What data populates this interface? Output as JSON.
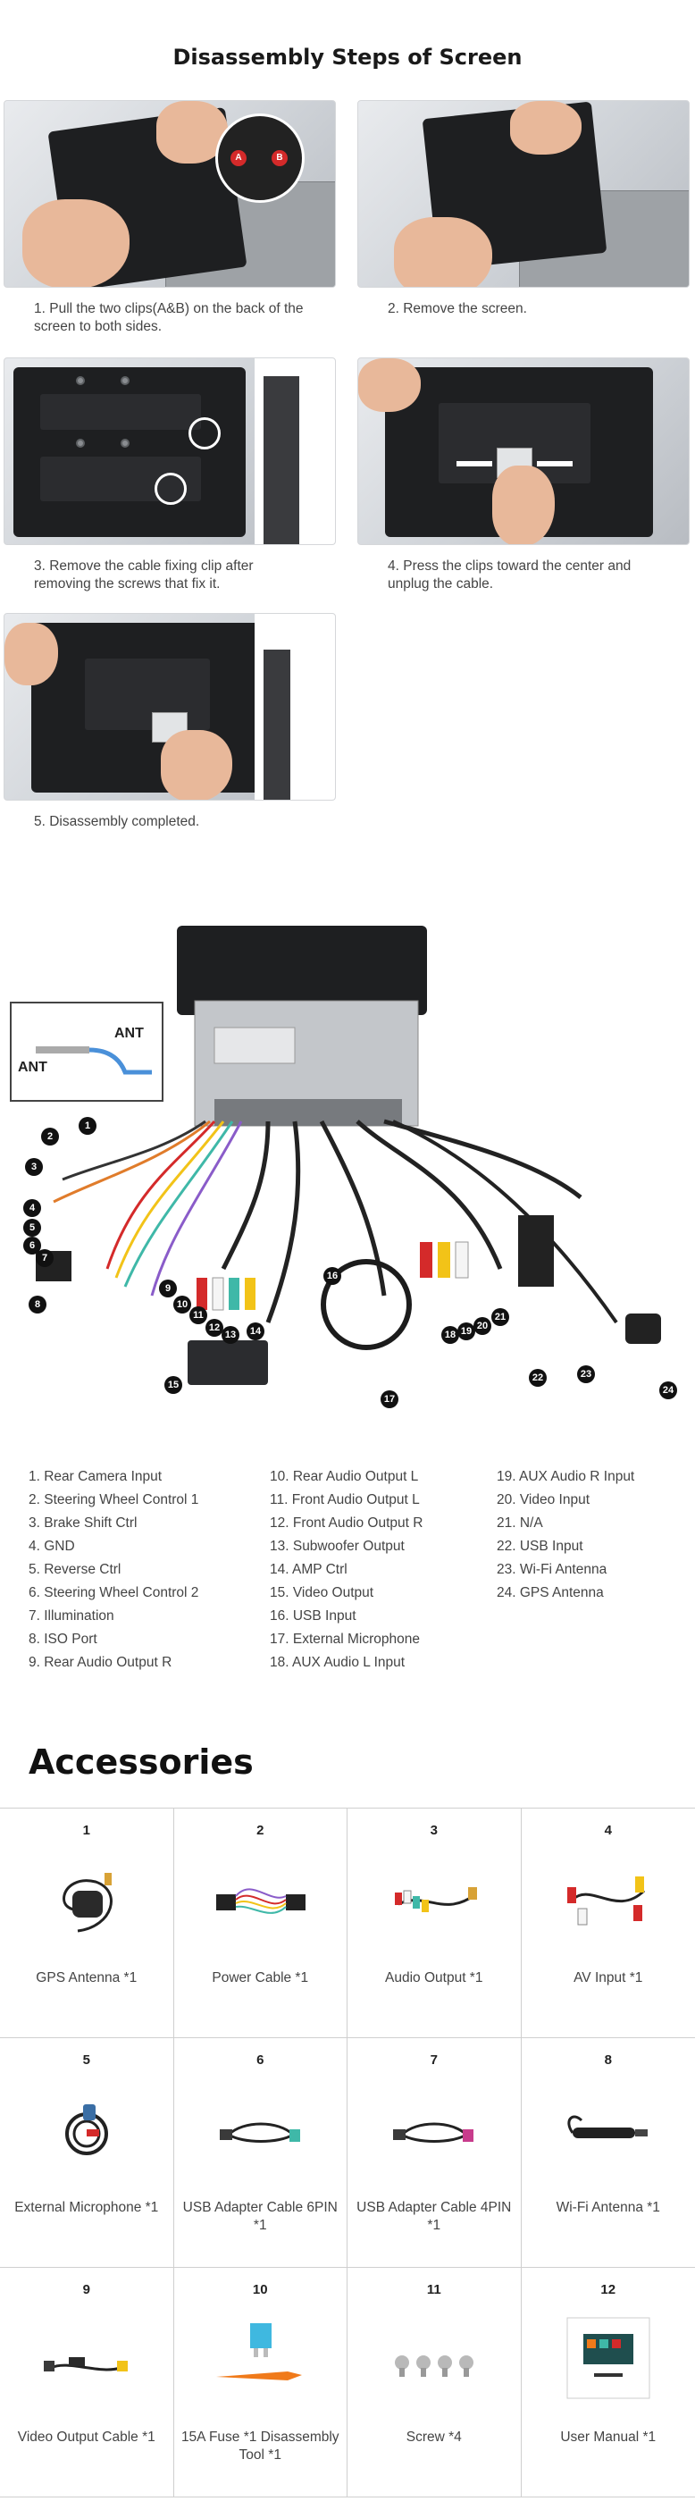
{
  "header": {
    "title": "Disassembly Steps of Screen"
  },
  "steps": [
    {
      "caption": "1. Pull the two clips(A&B) on the back of the screen to both sides.",
      "marks": [
        "A",
        "B"
      ]
    },
    {
      "caption": "2. Remove the screen."
    },
    {
      "caption": "3. Remove the cable fixing clip after removing the screws that fix it."
    },
    {
      "caption": "4. Press the clips toward the center and unplug the cable."
    },
    {
      "caption": "5. Disassembly completed."
    }
  ],
  "wiring": {
    "ant_labels": [
      "ANT",
      "ANT"
    ],
    "badges": [
      "1",
      "2",
      "3",
      "4",
      "5",
      "6",
      "7",
      "8",
      "9",
      "10",
      "11",
      "12",
      "13",
      "14",
      "15",
      "16",
      "17",
      "18",
      "19",
      "20",
      "21",
      "22",
      "23",
      "24"
    ],
    "legend_col1": [
      "1. Rear Camera Input",
      "2. Steering Wheel Control 1",
      "3. Brake Shift Ctrl",
      "4. GND",
      "5. Reverse Ctrl",
      "6. Steering Wheel Control 2",
      "7. Illumination",
      "8. ISO Port",
      "9. Rear Audio Output R"
    ],
    "legend_col2": [
      "10. Rear Audio Output L",
      "11. Front Audio Output L",
      "12. Front Audio Output R",
      "13. Subwoofer Output",
      "14. AMP Ctrl",
      "15. Video Output",
      "16. USB Input",
      "17. External Microphone",
      "18. AUX Audio L Input"
    ],
    "legend_col3": [
      "19. AUX Audio R Input",
      "20. Video Input",
      "21. N/A",
      "22. USB Input",
      "23. Wi-Fi Antenna",
      "24. GPS Antenna"
    ]
  },
  "accessories": {
    "title": "Accessories",
    "items": [
      {
        "num": "1",
        "label": "GPS Antenna *1",
        "icon": "gps-antenna-icon"
      },
      {
        "num": "2",
        "label": "Power Cable *1",
        "icon": "power-cable-icon"
      },
      {
        "num": "3",
        "label": "Audio Output *1",
        "icon": "audio-output-cable-icon"
      },
      {
        "num": "4",
        "label": "AV Input *1",
        "icon": "av-input-cable-icon"
      },
      {
        "num": "5",
        "label": "External Microphone *1",
        "icon": "microphone-icon"
      },
      {
        "num": "6",
        "label": "USB Adapter Cable 6PIN *1",
        "icon": "usb-cable-icon"
      },
      {
        "num": "7",
        "label": "USB Adapter Cable 4PIN *1",
        "icon": "usb-cable-icon"
      },
      {
        "num": "8",
        "label": "Wi-Fi Antenna *1",
        "icon": "wifi-antenna-icon"
      },
      {
        "num": "9",
        "label": "Video Output Cable *1",
        "icon": "video-cable-icon"
      },
      {
        "num": "10",
        "label": "15A Fuse *1 Disassembly Tool *1",
        "icon": "fuse-tool-icon"
      },
      {
        "num": "11",
        "label": "Screw *4",
        "icon": "screw-icon"
      },
      {
        "num": "12",
        "label": "User Manual *1",
        "icon": "manual-icon"
      }
    ]
  },
  "colors": {
    "panel": "#1e1f21",
    "accent_red": "#d42a2a",
    "accent_yellow": "#f2c318",
    "teal": "#3fb8a8",
    "orange": "#f07a1a"
  }
}
